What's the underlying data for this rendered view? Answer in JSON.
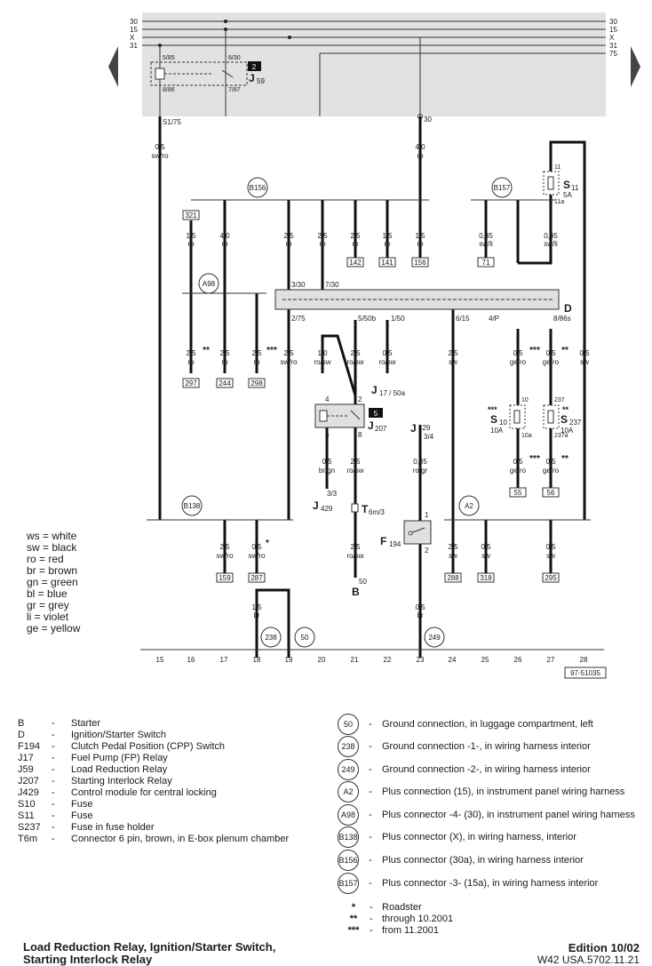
{
  "rails": {
    "left": [
      "30",
      "15",
      "X",
      "31"
    ],
    "right": [
      "30",
      "15",
      "X",
      "31",
      "75"
    ]
  },
  "relay_j59": {
    "badge": "2",
    "name": "J",
    "sub": "59",
    "pins": [
      "5/85",
      "8/86",
      "6/30",
      "7/87"
    ]
  },
  "relay_j207": {
    "badge": "5",
    "name": "J",
    "sub": "207",
    "pins": [
      "4",
      "2",
      "6",
      "8"
    ]
  },
  "top_bus_labels": {
    "s1": "S1/75",
    "p30": "30"
  },
  "wires": [
    {
      "size": "0,5",
      "color": "sw/ro"
    },
    {
      "size": "4,0",
      "color": "ro"
    },
    {
      "size": "1,5",
      "color": "ro"
    },
    {
      "size": "4,0",
      "color": "ro"
    },
    {
      "size": "2,5",
      "color": "ro"
    },
    {
      "size": "2,5",
      "color": "ro"
    },
    {
      "size": "2,5",
      "color": "ro"
    },
    {
      "size": "1,5",
      "color": "ro"
    },
    {
      "size": "1,5",
      "color": "ro"
    },
    {
      "size": "0,35",
      "color": "sw/li"
    },
    {
      "size": "0,35",
      "color": "sw/li"
    }
  ],
  "connectors": [
    "B156",
    "B157",
    "A98",
    "B138",
    "A2"
  ],
  "boxes_top": [
    "321",
    "142",
    "141",
    "156",
    "71"
  ],
  "switch_d": {
    "name": "D",
    "pins_top": [
      "3/30",
      "7/30"
    ],
    "pins_bottom": [
      "2/75",
      "5/50b",
      "1/50",
      "6/15",
      "4/P",
      "8/86s"
    ]
  },
  "lower_wires": [
    {
      "size": "2,5",
      "color": "ro",
      "mark": "**",
      "box": "297"
    },
    {
      "size": "2,5",
      "color": "ro",
      "mark": "",
      "box": "244"
    },
    {
      "size": "2,5",
      "color": "ro",
      "mark": "***",
      "box": "298"
    },
    {
      "size": "2,5",
      "color": "sw/ro",
      "mark": "",
      "box": ""
    },
    {
      "size": "1,0",
      "color": "ro/sw",
      "mark": "",
      "box": ""
    },
    {
      "size": "2,5",
      "color": "ro/sw",
      "mark": "",
      "box": ""
    },
    {
      "size": "0,5",
      "color": "ro/sw",
      "mark": "",
      "box": ""
    },
    {
      "size": "2,5",
      "color": "sw",
      "mark": "",
      "box": ""
    },
    {
      "size": "0,5",
      "color": "ge/ro",
      "mark": "***",
      "box": ""
    },
    {
      "size": "0,5",
      "color": "ge/ro",
      "mark": "**",
      "box": ""
    },
    {
      "size": "0,5",
      "color": "sw",
      "mark": "",
      "box": ""
    }
  ],
  "j17": {
    "name": "J",
    "sub": "17 / 50a"
  },
  "j429_top": {
    "name": "J",
    "sub": "429",
    "pin": "3/4"
  },
  "j429_bottom": {
    "name": "J",
    "sub": "429",
    "pin": "3/3"
  },
  "t6m": {
    "name": "T",
    "sub": "6m/3"
  },
  "f194": {
    "name": "F",
    "sub": "194",
    "pins": [
      "1",
      "2"
    ]
  },
  "starter": {
    "label": "B",
    "pin": "50"
  },
  "fuse_s10": {
    "name": "S",
    "sub": "10",
    "rating": "10A",
    "pins": [
      "10",
      "10a"
    ],
    "mark": "***"
  },
  "fuse_s237": {
    "name": "S",
    "sub": "237",
    "rating": "10A",
    "pins": [
      "237",
      "237a"
    ],
    "mark": "**"
  },
  "fuse_s11": {
    "name": "S",
    "sub": "11",
    "rating": "5A",
    "pins": [
      "11",
      "11a"
    ]
  },
  "mid_wires": [
    {
      "size": "0,5",
      "color": "br/gn"
    },
    {
      "size": "2,5",
      "color": "ro/sw"
    },
    {
      "size": "0,35",
      "color": "ro/gr"
    },
    {
      "size": "0,5",
      "color": "ge/ro",
      "mark": "***",
      "box": "55"
    },
    {
      "size": "0,5",
      "color": "ge/ro",
      "mark": "**",
      "box": "56"
    }
  ],
  "bottom_wires": [
    {
      "size": "2,5",
      "color": "sw/ro",
      "box": "159"
    },
    {
      "size": "0,5",
      "color": "sw/ro",
      "mark": "*",
      "box": "287"
    },
    {
      "size": "2,5",
      "color": "ro/sw",
      "box": ""
    },
    {
      "size": "2,5",
      "color": "sw",
      "box": "288"
    },
    {
      "size": "0,5",
      "color": "sw",
      "box": "318"
    },
    {
      "size": "0,5",
      "color": "sw",
      "box": "295"
    },
    {
      "size": "1,5",
      "color": "br",
      "box": ""
    },
    {
      "size": "0,5",
      "color": "br",
      "box": ""
    }
  ],
  "grounds": [
    "238",
    "50",
    "249"
  ],
  "columns": [
    "15",
    "16",
    "17",
    "18",
    "19",
    "20",
    "21",
    "22",
    "23",
    "24",
    "25",
    "26",
    "27",
    "28"
  ],
  "diagram_code": "97-51035",
  "color_legend": [
    "ws = white",
    "sw = black",
    "ro = red",
    "br = brown",
    "gn = green",
    "bl = blue",
    "gr = grey",
    "li = violet",
    "ge = yellow"
  ],
  "components": [
    {
      "code": "B",
      "text": "Starter"
    },
    {
      "code": "D",
      "text": "Ignition/Starter Switch"
    },
    {
      "code": "F194",
      "text": "Clutch Pedal Position (CPP) Switch"
    },
    {
      "code": "J17",
      "text": "Fuel Pump (FP) Relay"
    },
    {
      "code": "J59",
      "text": "Load Reduction Relay"
    },
    {
      "code": "J207",
      "text": "Starting Interlock Relay"
    },
    {
      "code": "J429",
      "text": "Control module for central locking"
    },
    {
      "code": "S10",
      "text": "Fuse"
    },
    {
      "code": "S11",
      "text": "Fuse"
    },
    {
      "code": "S237",
      "text": "Fuse in fuse holder"
    },
    {
      "code": "T6m",
      "text": "Connector 6 pin, brown, in E-box plenum chamber"
    }
  ],
  "ground_legend": [
    {
      "id": "50",
      "text": "Ground connection, in luggage compartment, left"
    },
    {
      "id": "238",
      "text": "Ground connection -1-, in wiring harness interior"
    },
    {
      "id": "249",
      "text": "Ground connection -2-, in wiring harness interior"
    },
    {
      "id": "A2",
      "text": "Plus connection (15), in instrument panel wiring harness"
    },
    {
      "id": "A98",
      "text": "Plus connector -4- (30), in instrument panel wiring harness"
    },
    {
      "id": "B138",
      "text": "Plus connector (X), in wiring harness, interior"
    },
    {
      "id": "B156",
      "text": "Plus connector (30a), in wiring harness interior"
    },
    {
      "id": "B157",
      "text": "Plus connector -3- (15a), in wiring harness interior"
    }
  ],
  "notes": [
    {
      "sym": "*",
      "text": "Roadster"
    },
    {
      "sym": "**",
      "text": "through 10.2001"
    },
    {
      "sym": "***",
      "text": "from 11.2001"
    }
  ],
  "footer": {
    "title_line1": "Load Reduction Relay, Ignition/Starter Switch,",
    "title_line2": "Starting Interlock Relay",
    "edition": "Edition 10/02",
    "code": "W42 USA.5702.11.21"
  }
}
